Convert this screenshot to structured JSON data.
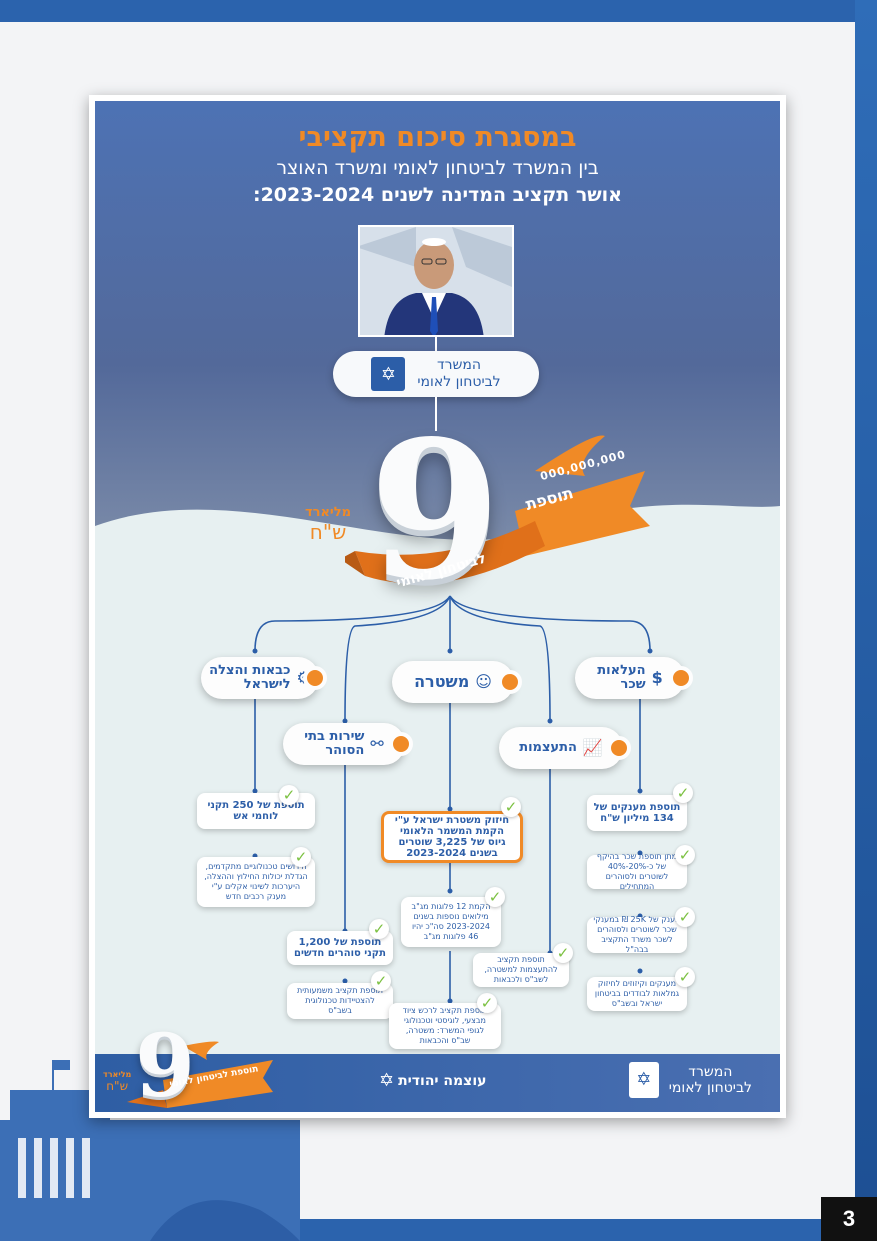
{
  "page": {
    "number": "3"
  },
  "header": {
    "title": "במסגרת סיכום תקציבי",
    "subtitle_line1": "בין המשרד לביטחון לאומי ומשרד האוצר",
    "subtitle_line2": "אושר תקציב המדינה לשנים 2023-2024:"
  },
  "ministry": {
    "name_line1": "המשרד",
    "name_line2": "לביטחון לאומי",
    "emblem_icon": "menorah-emblem-icon"
  },
  "headline_amount": {
    "digit": "9",
    "unit_top": "מליארד",
    "unit_bottom": "ש\"ח",
    "zeros": "000,000,000",
    "ribbon_line1": "תוספת",
    "ribbon_line2": "לביטחון לאומי"
  },
  "categories": {
    "fire": {
      "label_line1": "כבאות והצלה",
      "label_line2": "לישראל",
      "icon": "gear-icon"
    },
    "police": {
      "label_line1": "משטרה",
      "label_line2": "",
      "icon": "people-icon"
    },
    "wages": {
      "label_line1": "העלאות",
      "label_line2": "שכר",
      "icon": "money-icon"
    },
    "prisons": {
      "label_line1": "שירות בתי",
      "label_line2": "הסוהר",
      "icon": "network-icon"
    },
    "strengthening": {
      "label_line1": "התעצמות",
      "label_line2": "",
      "icon": "chart-icon"
    }
  },
  "cards": {
    "fire_1": "תוספת של 250 תקני לוחמי אש",
    "fire_2": "חידושים טכנולוגיים מתקדמים, הגדלת יכולות החילוץ וההצלה, היערכות לשינוי אקלים ע\"י מענק רכבים חדש",
    "prisons_1": "תוספת של 1,200 תקני סוהרים חדשים",
    "prisons_2": "תוספת תקציב משמעותית להצטיידות טכנולוגית בשב\"ס",
    "police_feature": "חיזוק משטרת ישראל ע\"י הקמת המשמר הלאומי גיוס של 3,225 שוטרים בשנים 2023-2024",
    "police_2": "הקמת 12 פלוגות מג\"ב מילואים נוספות בשנים 2023-2024 סה\"כ יהיו 46 פלוגות מג\"ב",
    "police_3": "תוספת תקציב לרכש ציוד מבצעי, לוגיסטי וטכנולוגי לגופי המשרד: משטרה, שב\"ס והכבאות",
    "strengthening_1": "תוספת תקציב להתעצמות למשטרה, לשב\"ס ולכבאות",
    "wages_1": "תוספת מענקים של 134 מיליון ש\"ח",
    "wages_2": "מתן תוספת שכר בהיקף של כ-20%-40% לשוטרים ולסוהרים המתחילים",
    "wages_3": "מענק של 25K ₪ במענקי שכר לשוטרים ולסוהרים לשכר משרד התקציב בבה\"ל",
    "wages_4": "מענקים וקיזוזים לחיזוק גמלאות לבודדים בביטחון ישראל ובשב\"ס"
  },
  "footer": {
    "ministry_line1": "המשרד",
    "ministry_line2": "לביטחון לאומי",
    "party_name": "עוצמה יהודית",
    "nine_digit": "9",
    "ribbon_text": "תוספת לביטחון לאומי",
    "unit_top": "מליארד",
    "unit_bottom": "ש\"ח"
  },
  "colors": {
    "accent_orange": "#f08a26",
    "brand_blue": "#2c5ea8",
    "check_green": "#7cc142"
  }
}
